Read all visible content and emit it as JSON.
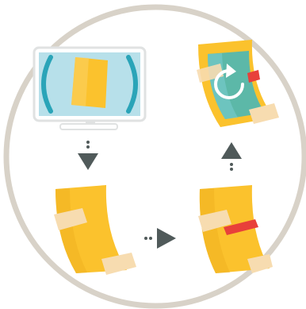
{
  "colors": {
    "ring": "#d8d2c8",
    "paper": "#fbc22d",
    "paper_shade": "#f0b020",
    "tape": "#f7dcb0",
    "arrow": "#505a5a",
    "monitor_frame": "#e0e2e2",
    "monitor_screen": "#b7e0ea",
    "monitor_arc": "#2aa4b8",
    "screen_teal": "#5cb8a8",
    "refresh_arc": "#ffffff",
    "red_strip": "#e8403a"
  },
  "icons": {
    "monitor": "monitor-icon",
    "paper_a": "paper-sheet-icon",
    "paper_b": "taped-paper-icon",
    "paper_c": "refresh-paper-icon",
    "arrow_down": "arrow-down-icon",
    "arrow_right": "arrow-right-icon",
    "arrow_up": "arrow-up-icon",
    "refresh": "refresh-icon"
  },
  "steps": [
    "monitor",
    "paper",
    "taped-paper",
    "refresh"
  ]
}
